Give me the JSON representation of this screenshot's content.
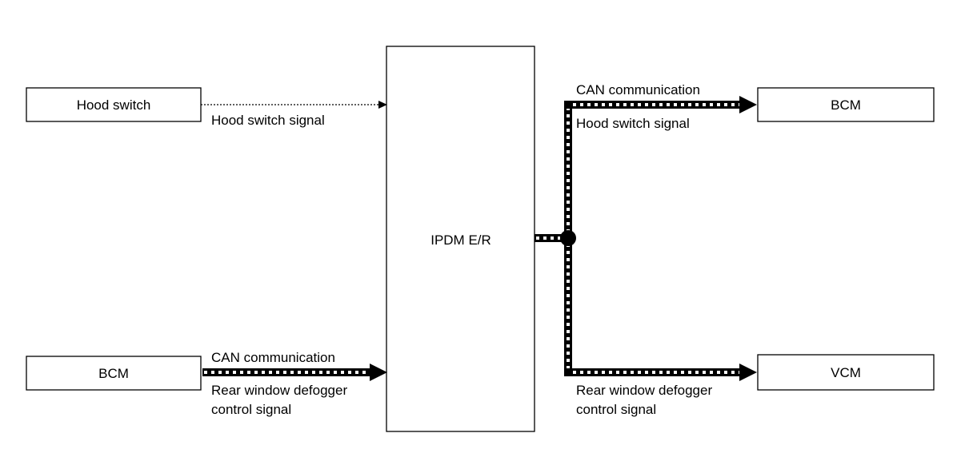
{
  "blocks": {
    "hood_switch": "Hood switch",
    "bcm_left": "BCM",
    "ipdm": "IPDM E/R",
    "bcm_right": "BCM",
    "vcm": "VCM"
  },
  "signals": {
    "hood_switch_signal": "Hood switch signal",
    "left_can": "CAN communication",
    "left_defogger_line1": "Rear window defogger",
    "left_defogger_line2": "control signal",
    "right_can": "CAN communication",
    "right_hood_signal": "Hood switch signal",
    "right_defogger_line1": "Rear window defogger",
    "right_defogger_line2": "control signal"
  },
  "legend": {
    "can_line_style": "black thick line with white dashes",
    "hardwire_line_style": "thin dotted line"
  },
  "colors": {
    "line": "#000000",
    "background": "#ffffff"
  }
}
